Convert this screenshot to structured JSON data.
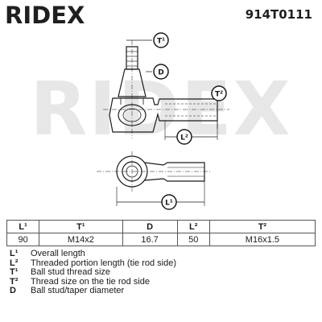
{
  "header": {
    "brand": "RIDEX",
    "part_number": "914T0111"
  },
  "watermark": "RIDEX",
  "labels": {
    "T1": "T¹",
    "D": "D",
    "T2": "T²",
    "L2": "L²",
    "L1": "L¹"
  },
  "table": {
    "headers": [
      "L¹",
      "T¹",
      "D",
      "L²",
      "T²"
    ],
    "values": [
      "90",
      "M14x2",
      "16.7",
      "50",
      "M16x1.5"
    ]
  },
  "legend": [
    {
      "code": "L¹",
      "text": "Overall length"
    },
    {
      "code": "L²",
      "text": "Threaded portion length (tie rod side)"
    },
    {
      "code": "T¹",
      "text": "Ball stud thread size"
    },
    {
      "code": "T²",
      "text": "Thread size on the tie rod side"
    },
    {
      "code": "D",
      "text": "Ball stud/taper diameter"
    }
  ]
}
